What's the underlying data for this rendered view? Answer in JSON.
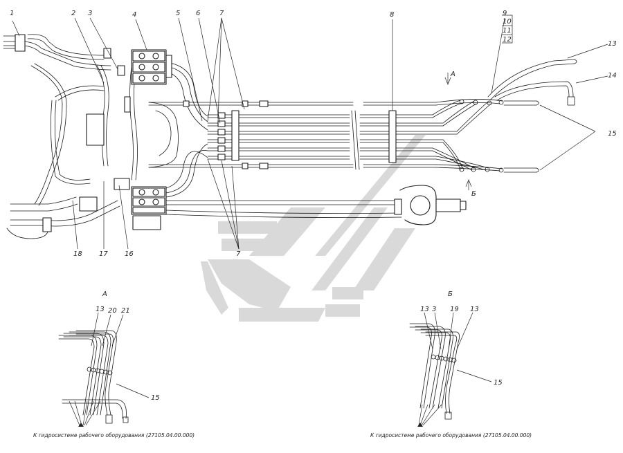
{
  "labels": {
    "l1": "1",
    "l2": "2",
    "l3": "3",
    "l4": "4",
    "l5": "5",
    "l6": "6",
    "l7": "7",
    "l8": "8",
    "l9": "9",
    "l10": "10",
    "l11": "11",
    "l12": "12",
    "l13": "13",
    "l14": "14",
    "l15": "15",
    "l16": "16",
    "l17": "17",
    "l18": "18",
    "l7b": "7",
    "viewA_arrow": "А",
    "viewB_arrow": "Б"
  },
  "detailA": {
    "title": "А",
    "l13": "13",
    "l20": "20",
    "l21": "21",
    "l15": "15",
    "caption": "К гидросистеме рабочего оборудования (27105.04.00.000)"
  },
  "detailB": {
    "title": "Б",
    "l13a": "13",
    "l3": "3",
    "l19": "19",
    "l13b": "13",
    "l15": "15",
    "caption": "К гидросистеме рабочего оборудования (27105.04.00.000)"
  },
  "colors": {
    "line": "#1a1a1a",
    "watermark": "#d9d9d9"
  }
}
